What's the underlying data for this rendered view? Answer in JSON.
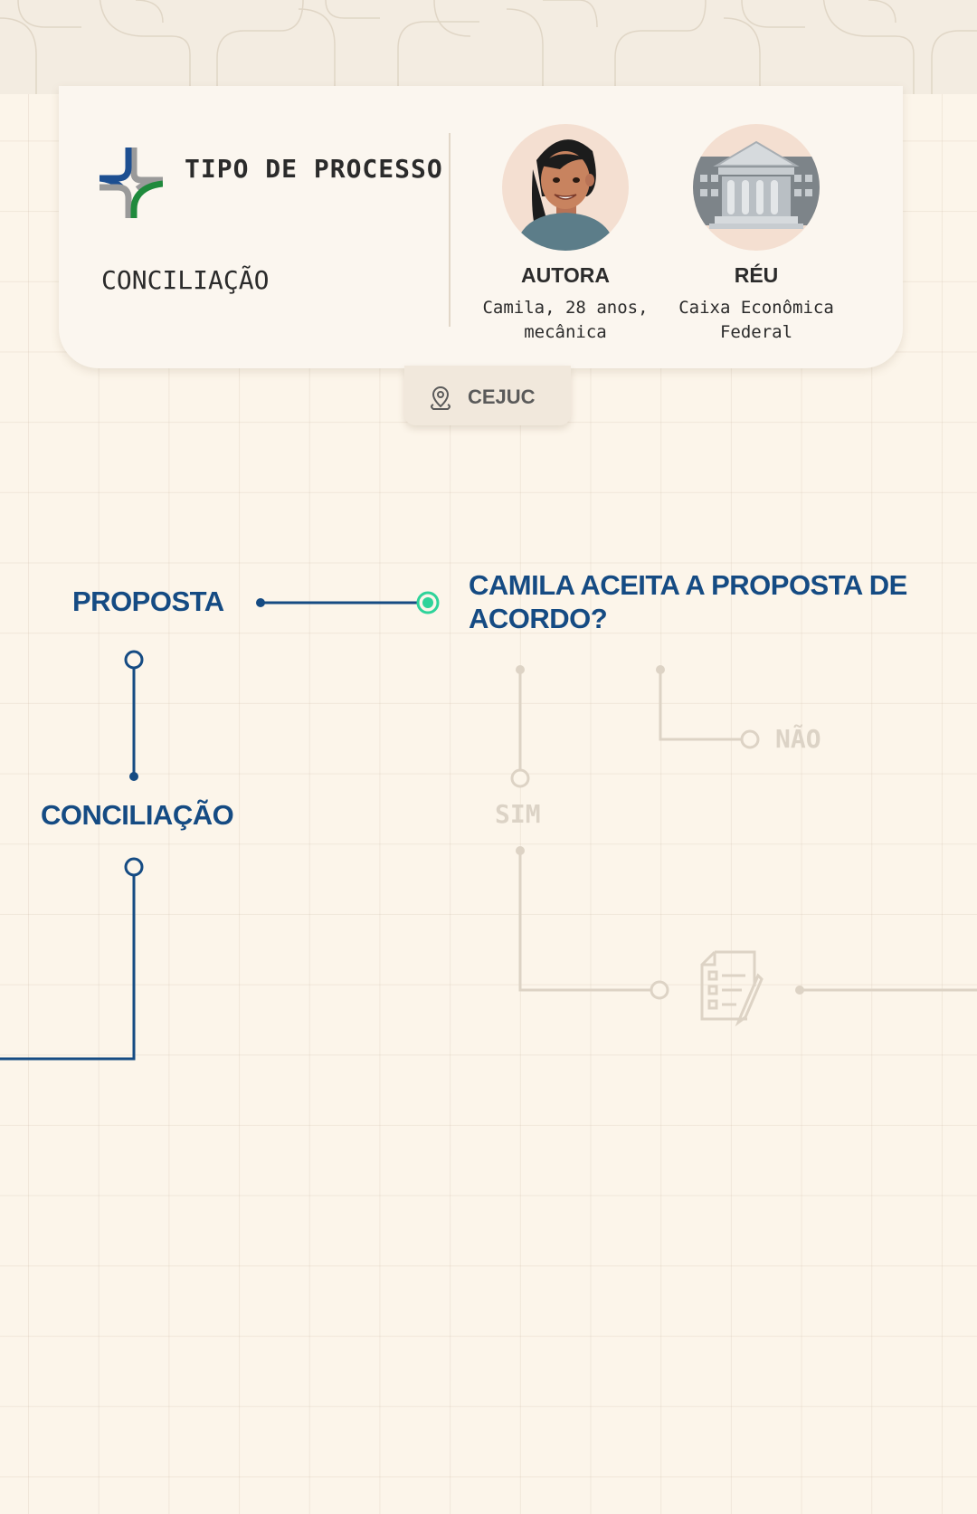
{
  "process": {
    "type_title": "TIPO DE PROCESSO",
    "type_value": "CONCILIAÇÃO"
  },
  "parties": [
    {
      "role": "AUTORA",
      "description": "Camila, 28 anos, mecânica",
      "avatar": "woman-avatar"
    },
    {
      "role": "RÉU",
      "description": "Caixa Econômica Federal",
      "avatar": "bank-building-icon"
    }
  ],
  "location": {
    "label": "CEJUC",
    "icon": "location-pin-icon"
  },
  "flow": {
    "nodes": [
      "PROPOSTA",
      "CONCILIAÇÃO"
    ],
    "question": "CAMILA ACEITA A PROPOSTA DE ACORDO?",
    "options": {
      "yes": "SIM",
      "no": "NÃO"
    },
    "document_icon": "document-checklist-icon"
  },
  "colors": {
    "primary": "#154b83",
    "active": "#2ed39a",
    "inactive": "#dcd3c6",
    "background": "#fcf5ea"
  }
}
